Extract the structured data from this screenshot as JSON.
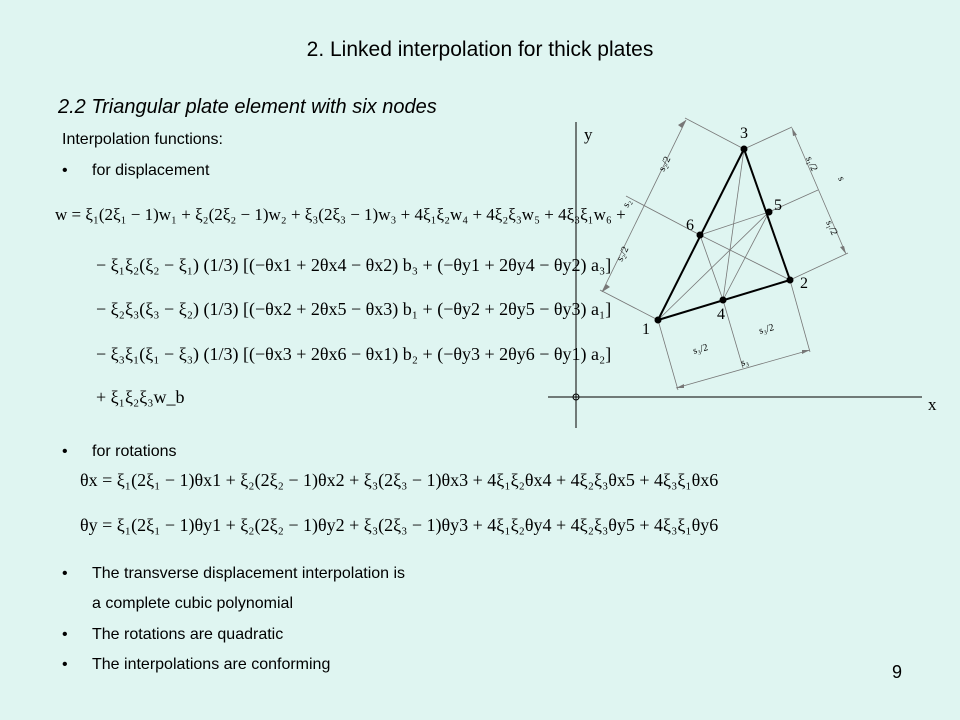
{
  "slide": {
    "title": "2. Linked interpolation for thick plates",
    "subtitle": "2.2  Triangular plate element with six nodes",
    "label": "Interpolation functions:",
    "page_number": "9"
  },
  "bullets": {
    "displacement": "for displacement",
    "rotations": "for rotations",
    "cubic_line1": "The transverse displacement interpolation is",
    "cubic_line2": "a complete cubic polynomial",
    "quadratic": "The rotations are quadratic",
    "conforming": "The interpolations are conforming"
  },
  "bullet_symbol": "•",
  "equations": {
    "w_line1": "w = ξ₁(2ξ₁ − 1)w₁ + ξ₂(2ξ₂ − 1)w₂ + ξ₃(2ξ₃ − 1)w₃ + 4ξ₁ξ₂w₄ + 4ξ₂ξ₃w₅ + 4ξ₃ξ₁w₆ +",
    "w_line2": "− ξ₁ξ₂(ξ₂ − ξ₁) (1/3) [(−θx1 + 2θx4 − θx2) b₃ + (−θy1 + 2θy4 − θy2) a₃]",
    "w_line3": "− ξ₂ξ₃(ξ₃ − ξ₂) (1/3) [(−θx2 + 2θx5 − θx3) b₁ + (−θy2 + 2θy5 − θy3) a₁]",
    "w_line4": "− ξ₃ξ₁(ξ₁ − ξ₃) (1/3) [(−θx3 + 2θx6 − θx1) b₂ + (−θy3 + 2θy6 − θy1) a₂]",
    "w_line5": "+ ξ₁ξ₂ξ₃w_b",
    "theta_x": "θx = ξ₁(2ξ₁ − 1)θx1 + ξ₂(2ξ₂ − 1)θx2 + ξ₃(2ξ₃ − 1)θx3 + 4ξ₁ξ₂θx4 + 4ξ₂ξ₃θx5 + 4ξ₃ξ₁θx6",
    "theta_y": "θy = ξ₁(2ξ₁ − 1)θy1 + ξ₂(2ξ₂ − 1)θy2 + ξ₃(2ξ₃ − 1)θy3 + 4ξ₁ξ₂θy4 + 4ξ₂ξ₃θy5 + 4ξ₃ξ₁θy6"
  },
  "diagram": {
    "axis_x": "x",
    "axis_y": "y",
    "nodes": [
      "1",
      "2",
      "3",
      "4",
      "5",
      "6"
    ],
    "dim_s1": "s₁",
    "dim_s1_half": "s₁/2",
    "dim_s2": "s₂",
    "dim_s2_half": "s₂/2",
    "dim_s3": "s₃",
    "dim_s3_half": "s₃/2",
    "dim_s": "s",
    "dim_s_half": "s/2"
  },
  "colors": {
    "background": "#dff5f1",
    "ink": "#000000",
    "thin_line": "#777777"
  }
}
